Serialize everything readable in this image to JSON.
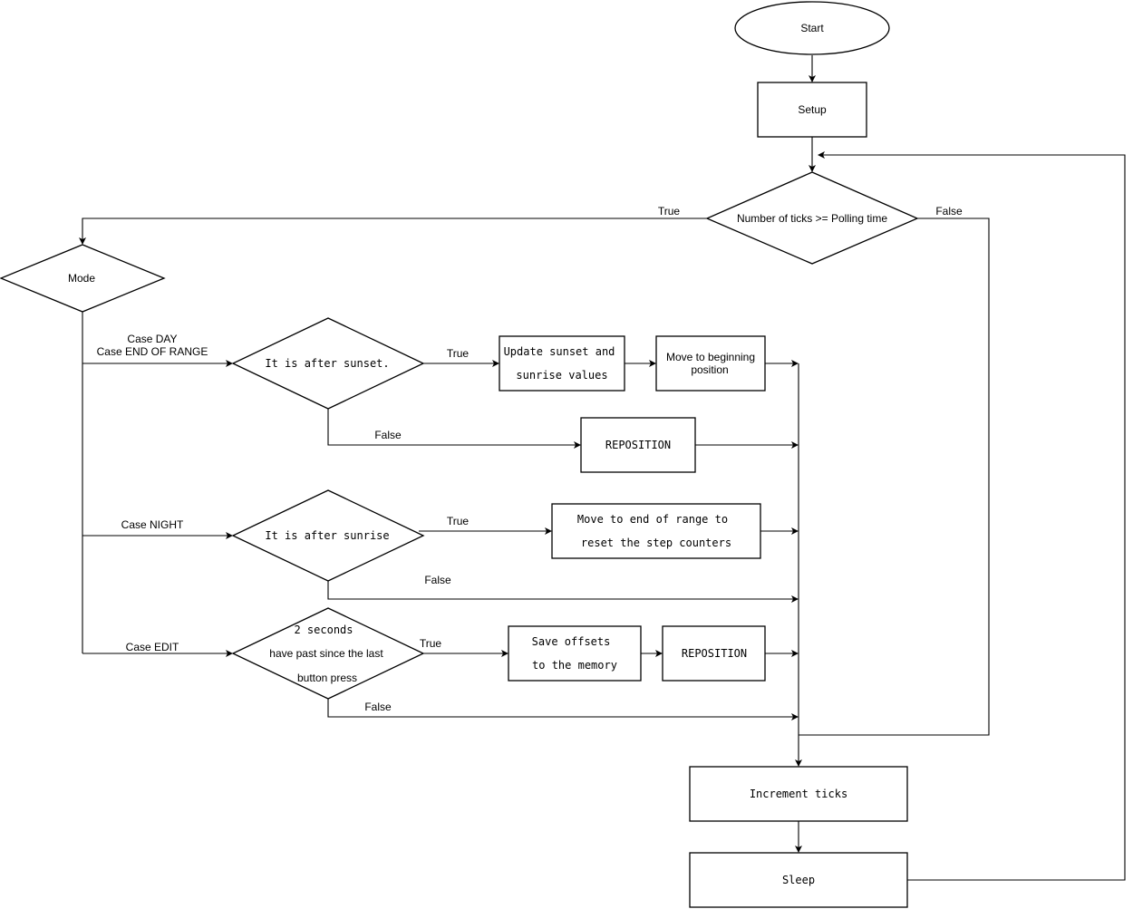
{
  "nodes": {
    "start": "Start",
    "setup": "Setup",
    "polling": "Number of ticks >= Polling time",
    "mode": "Mode",
    "after_sunset": "It is after sunset.",
    "update_values": [
      "Update sunset and",
      "sunrise values"
    ],
    "move_beginning": [
      "Move to beginning",
      "position"
    ],
    "reposition_1": "REPOSITION",
    "after_sunrise": "It is after sunrise",
    "move_end": [
      "Move to end of range to",
      "reset the step counters"
    ],
    "two_seconds": [
      "2 seconds",
      "have  past since the last",
      "button press"
    ],
    "save_offsets": [
      "Save offsets",
      "to the memory"
    ],
    "reposition_2": "REPOSITION",
    "increment": "Increment ticks",
    "sleep": "Sleep"
  },
  "labels": {
    "polling_true": "True",
    "polling_false": "False",
    "case_day": "Case DAY",
    "case_end": "Case END OF RANGE",
    "case_night": "Case NIGHT",
    "case_edit": "Case EDIT",
    "sunset_true": "True",
    "sunset_false": "False",
    "sunrise_true": "True",
    "sunrise_false": "False",
    "edit_true": "True",
    "edit_false": "False"
  }
}
